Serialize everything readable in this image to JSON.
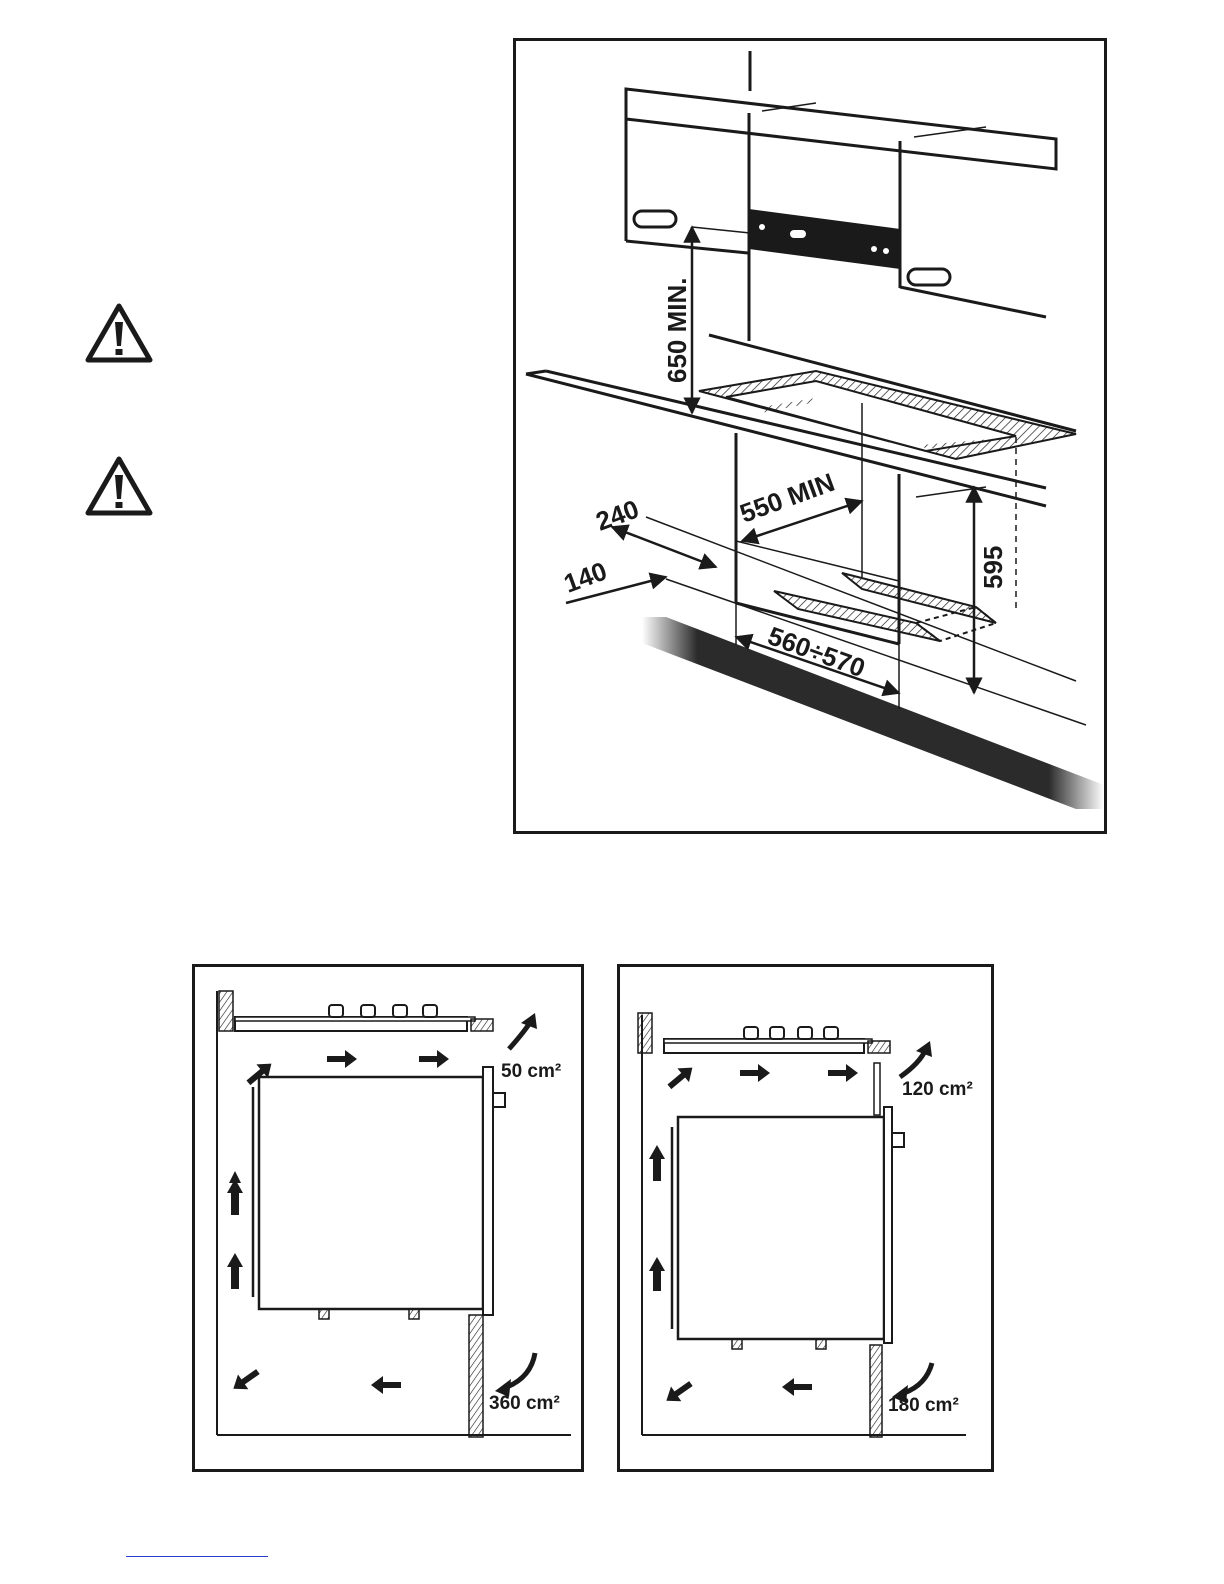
{
  "install": {
    "dim_650": "650 MIN.",
    "dim_550": "550 MIN",
    "dim_240": "240",
    "dim_140": "140",
    "dim_595": "595",
    "dim_560_570": "560÷570"
  },
  "vent_left": {
    "top_opening": "50 cm²",
    "bottom_opening": "360 cm²"
  },
  "vent_right": {
    "top_opening": "120 cm²",
    "bottom_opening": "180 cm²"
  },
  "colors": {
    "line": "#1a1a1a",
    "floor": "#2b2b2b",
    "link": "#2a3bd0"
  },
  "icons": {
    "warning": "warning-triangle-icon",
    "arrow": "airflow-arrow-icon"
  }
}
